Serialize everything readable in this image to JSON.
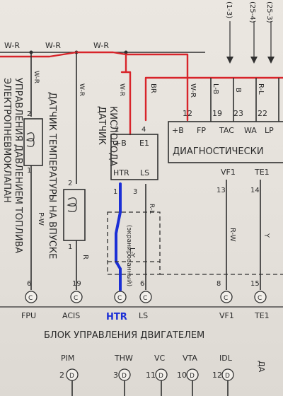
{
  "wire_codes": {
    "bus_1": "W-R",
    "bus_2": "W-R",
    "bus_3": "W-R",
    "vsv_top": "W-R",
    "acis_top": "W-R",
    "vsv_bottom": "P-W",
    "acis_bottom": "R",
    "o2_top": "W-R",
    "e1_top": "BR",
    "ls": "R-L",
    "shield": "L-Y",
    "diag_1": "W-R",
    "diag_2": "L-B",
    "diag_3": "B",
    "diag_4": "R-L",
    "vf1": "R-W",
    "te1": "Y"
  },
  "top_right_labels": [
    "(1-3)",
    "(25-4)",
    "(25-3)"
  ],
  "components": {
    "vsv": {
      "title_1": "ЭЛЕКТРОПНЕВМОКЛАПАН",
      "title_2": "УПРАВЛЕНИЯ ДАВЛЕНИЕМ ТОПЛИВА",
      "pin_top": "2",
      "pin_bottom": "1",
      "ecu_pin": "6"
    },
    "acis_sensor": {
      "title_1": "ДАТЧИК ТЕМПЕРАТУРЫ НА ВПУСКЕ",
      "title_2": "",
      "pin_top": "2",
      "pin_bottom": "1",
      "ecu_pin": "19"
    },
    "o2_sensor": {
      "title_1": "ДАТЧИК",
      "title_2": "КИСЛОРОДА",
      "pin_plusb_num": "2",
      "pin_e1_num": "4",
      "term_plusb": "+B",
      "term_e1": "E1",
      "term_htr": "HTR",
      "term_ls": "LS",
      "pin_htr_num": "1",
      "pin_ls_num": "3",
      "pin_3_num": "",
      "shield_label": "(экранированный)",
      "ls_ecu_pin": "6"
    }
  },
  "diag": {
    "title": "ДИАГНОСТИЧЕСКИ",
    "terminals": [
      "+B",
      "FP",
      "TAC",
      "WA",
      "LP"
    ],
    "bottom_terminals": [
      "VF1",
      "TE1"
    ],
    "pins": [
      "12",
      "19",
      "23",
      "22"
    ],
    "bottom_pins": [
      "13",
      "14"
    ]
  },
  "ecu": {
    "title": "БЛОК УПРАВЛЕНИЯ ДВИГАТЕЛЕМ",
    "conn_letter": "C",
    "conn_letter_2": "D",
    "top_labels": [
      "FPU",
      "ACIS",
      "HTR",
      "LS",
      "VF1",
      "TE1"
    ],
    "vf1_pin": "8",
    "te1_pin": "15",
    "bottom_labels": [
      "PIM",
      "THW",
      "VC",
      "VTA",
      "IDL"
    ],
    "bottom_pins": [
      "2",
      "3",
      "11",
      "10",
      "12"
    ],
    "bottom_right_label": "ДА"
  }
}
